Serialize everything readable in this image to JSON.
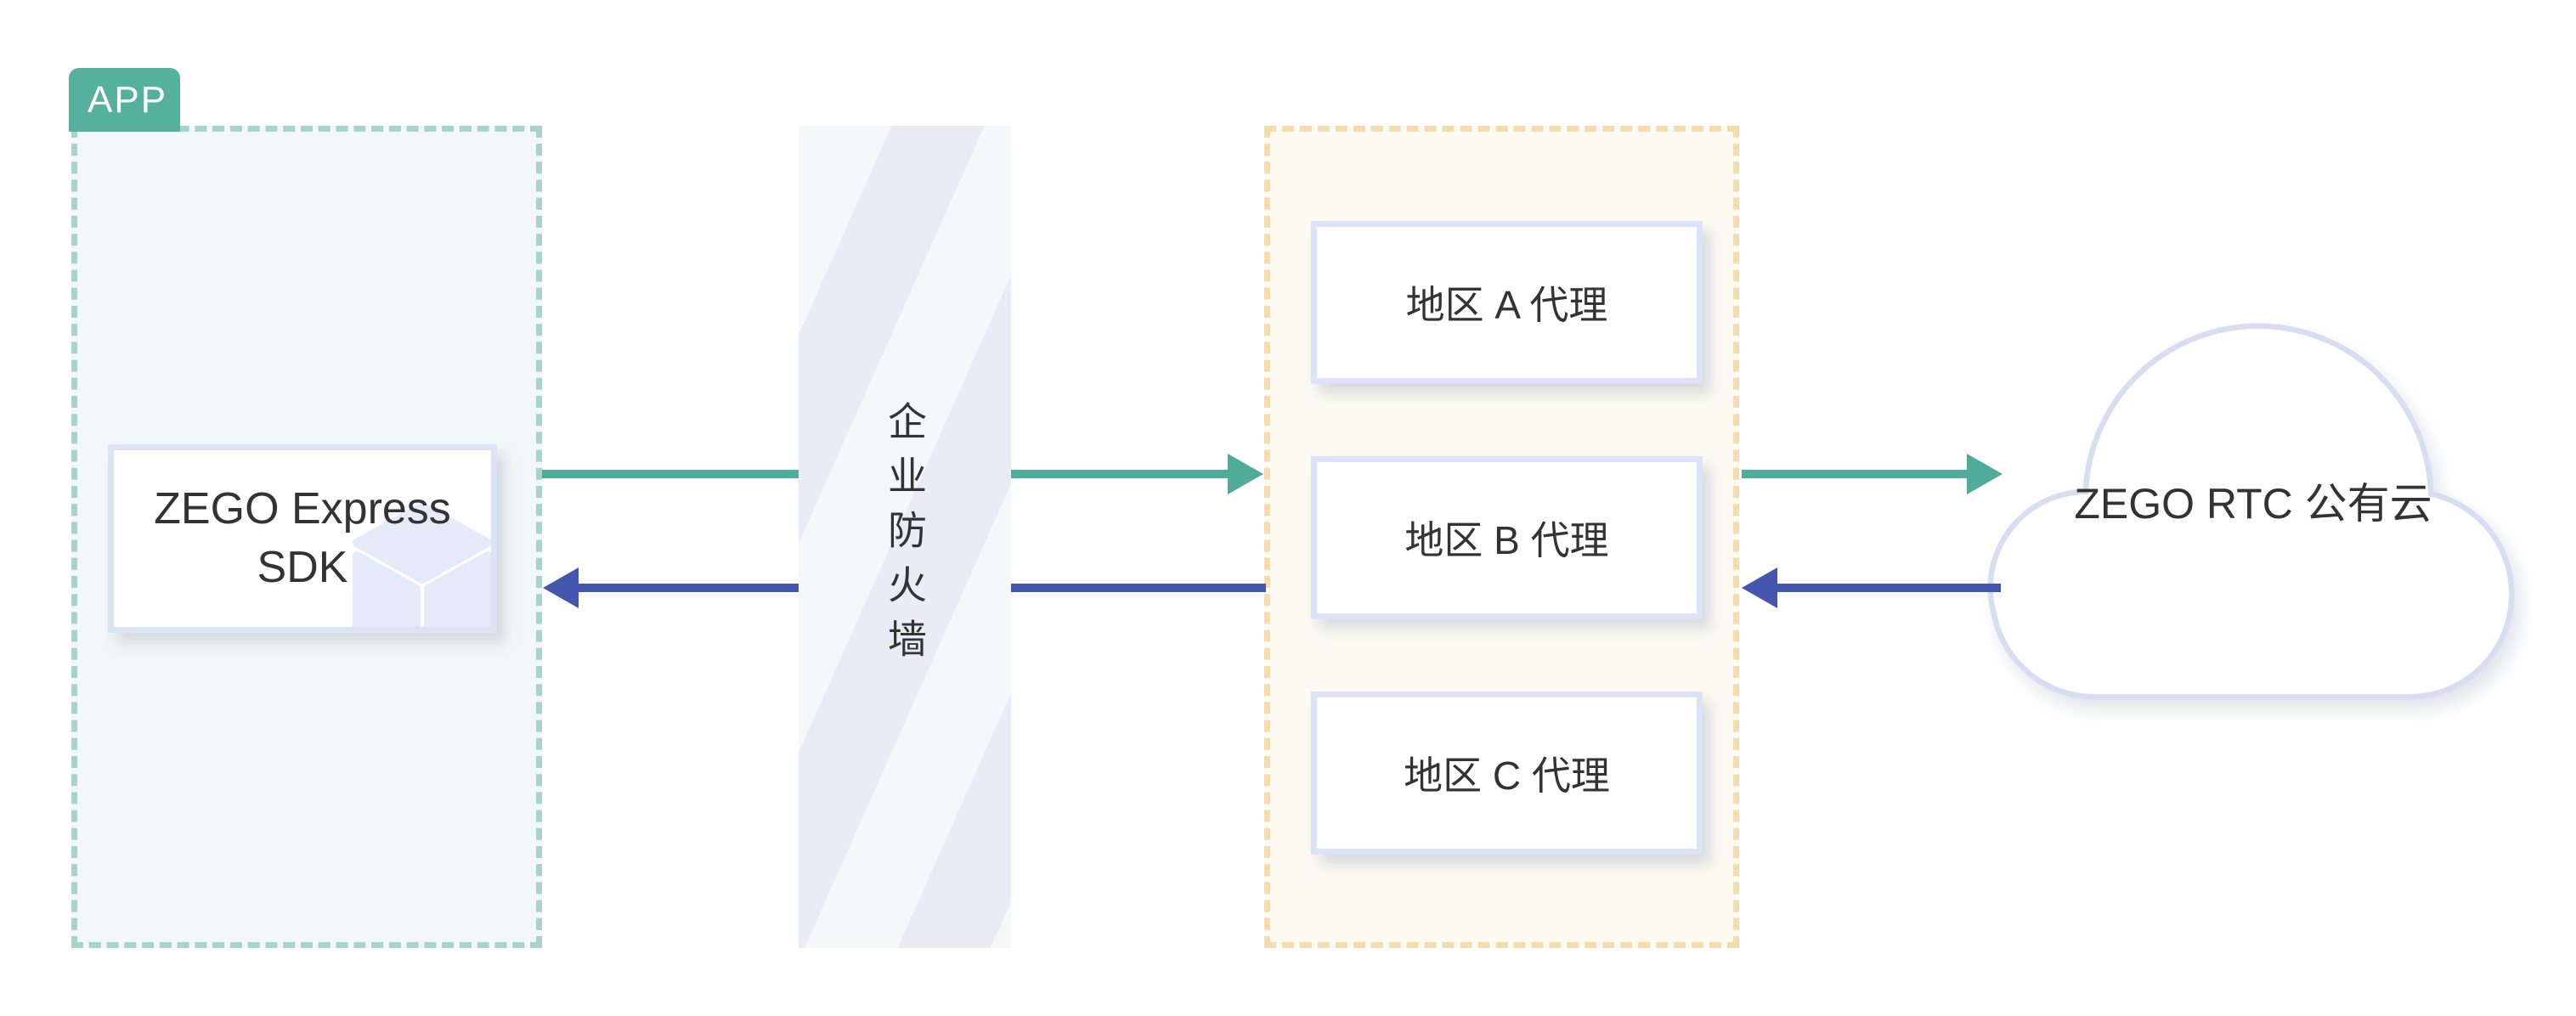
{
  "app_group": {
    "tag": "APP",
    "sdk_label": "ZEGO Express SDK"
  },
  "firewall": {
    "label": "企业防火墙"
  },
  "proxy_group": {
    "items": [
      {
        "label": "地区 A 代理"
      },
      {
        "label": "地区 B 代理"
      },
      {
        "label": "地区 C 代理"
      }
    ]
  },
  "cloud": {
    "label": "ZEGO RTC 公有云"
  },
  "arrows": [
    {
      "id": "uplink-app-to-proxy",
      "direction": "right",
      "color": "green"
    },
    {
      "id": "uplink-proxy-to-cloud",
      "direction": "right",
      "color": "green"
    },
    {
      "id": "downlink-cloud-to-proxy",
      "direction": "left",
      "color": "blue"
    },
    {
      "id": "downlink-proxy-to-app",
      "direction": "left",
      "color": "blue"
    }
  ],
  "colors": {
    "accent_teal": "#55B19E",
    "teal_dash": "#A8D3C9",
    "app_fill": "#F1F8F7",
    "arrow_green": "#4FAC9A",
    "arrow_blue": "#4456AE",
    "orange_dash": "#F5DCAE",
    "orange_fill": "#FDFAF2",
    "node_border": "#DDE3F6",
    "stripe_light": "#F5F7FB",
    "stripe_dark": "#E9ECF4",
    "cloud_border": "#D8DEF2",
    "text": "#333333",
    "cube": "#E4EAF8"
  }
}
